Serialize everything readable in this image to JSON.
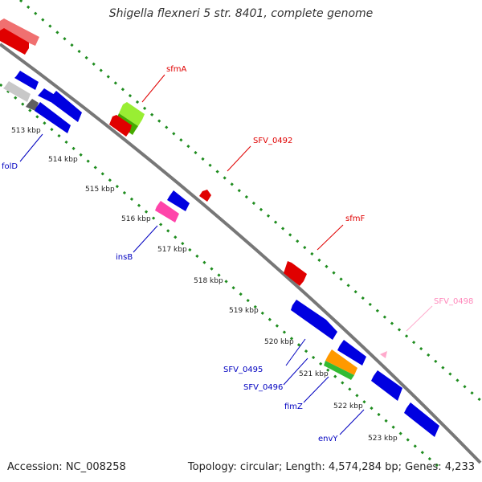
{
  "title": "Shigella flexneri 5 str. 8401, complete genome",
  "footer": {
    "accession": "Accession: NC_008258",
    "topology": "Topology: circular; Length: 4,574,284 bp; Genes: 4,233"
  },
  "scale_labels": [
    "513 kbp",
    "514 kbp",
    "515 kbp",
    "516 kbp",
    "517 kbp",
    "518 kbp",
    "519 kbp",
    "520 kbp",
    "521 kbp",
    "522 kbp",
    "523 kbp"
  ],
  "gene_labels": [
    "sfmA",
    "SFV_0492",
    "sfmF",
    "SFV_0498",
    "folD",
    "insB",
    "SFV_0495",
    "SFV_0496",
    "fimZ",
    "envY"
  ],
  "colors": {
    "backbone": "#888888",
    "dots": "#1e8c1e",
    "forward_gene": "#e00000",
    "reverse_gene": "#0000e0",
    "label_red": "#e00000",
    "label_blue": "#0000c0",
    "label_pink": "#ff88bb",
    "pseudo": "#f07070",
    "grey_gene": "#c0c0c0",
    "dark_grey": "#606060",
    "green": "#88dd22",
    "pink_gene": "#ff44aa",
    "orange": "#ff9900",
    "green2": "#33bb33"
  }
}
